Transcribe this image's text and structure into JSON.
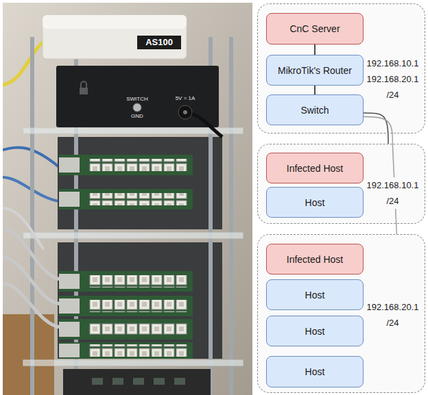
{
  "diagram": {
    "nodes": [
      {
        "text": [
          "192.168.10.1 192.168.20.1 /24"
        ]
      },
      {
        "text": [
          "CnC Server"
        ],
        "in": 0
      },
      {
        "text": [
          "MikroTik's Router"
        ],
        "in": 0
      },
      {
        "text": [
          "Switch"
        ],
        "in": 0
      },
      {
        "text": [
          "192.168.10.1 /24"
        ]
      },
      {
        "text": [
          "Infected Host"
        ],
        "in": 4
      },
      {
        "text": [
          "Host"
        ],
        "in": 4
      },
      {
        "text": [
          "192.168.20.1 /24"
        ]
      },
      {
        "text": [
          "Infected Host"
        ],
        "in": 7
      },
      {
        "text": [
          "Host"
        ],
        "in": 7
      },
      {
        "text": [
          "Host"
        ],
        "in": 7
      },
      {
        "text": [
          "Host"
        ],
        "in": 7
      }
    ],
    "edges": [
      {
        "from": 1,
        "to": 2,
        "arrow": "none"
      },
      {
        "from": 2,
        "to": 3,
        "arrow": "none"
      },
      {
        "from": 3,
        "to": 4,
        "arrow": "none"
      },
      {
        "from": 3,
        "to": 7,
        "arrow": "none"
      }
    ],
    "labels": [
      "AS100",
      "SWITCH",
      "GND",
      "5V = 1A"
    ]
  }
}
